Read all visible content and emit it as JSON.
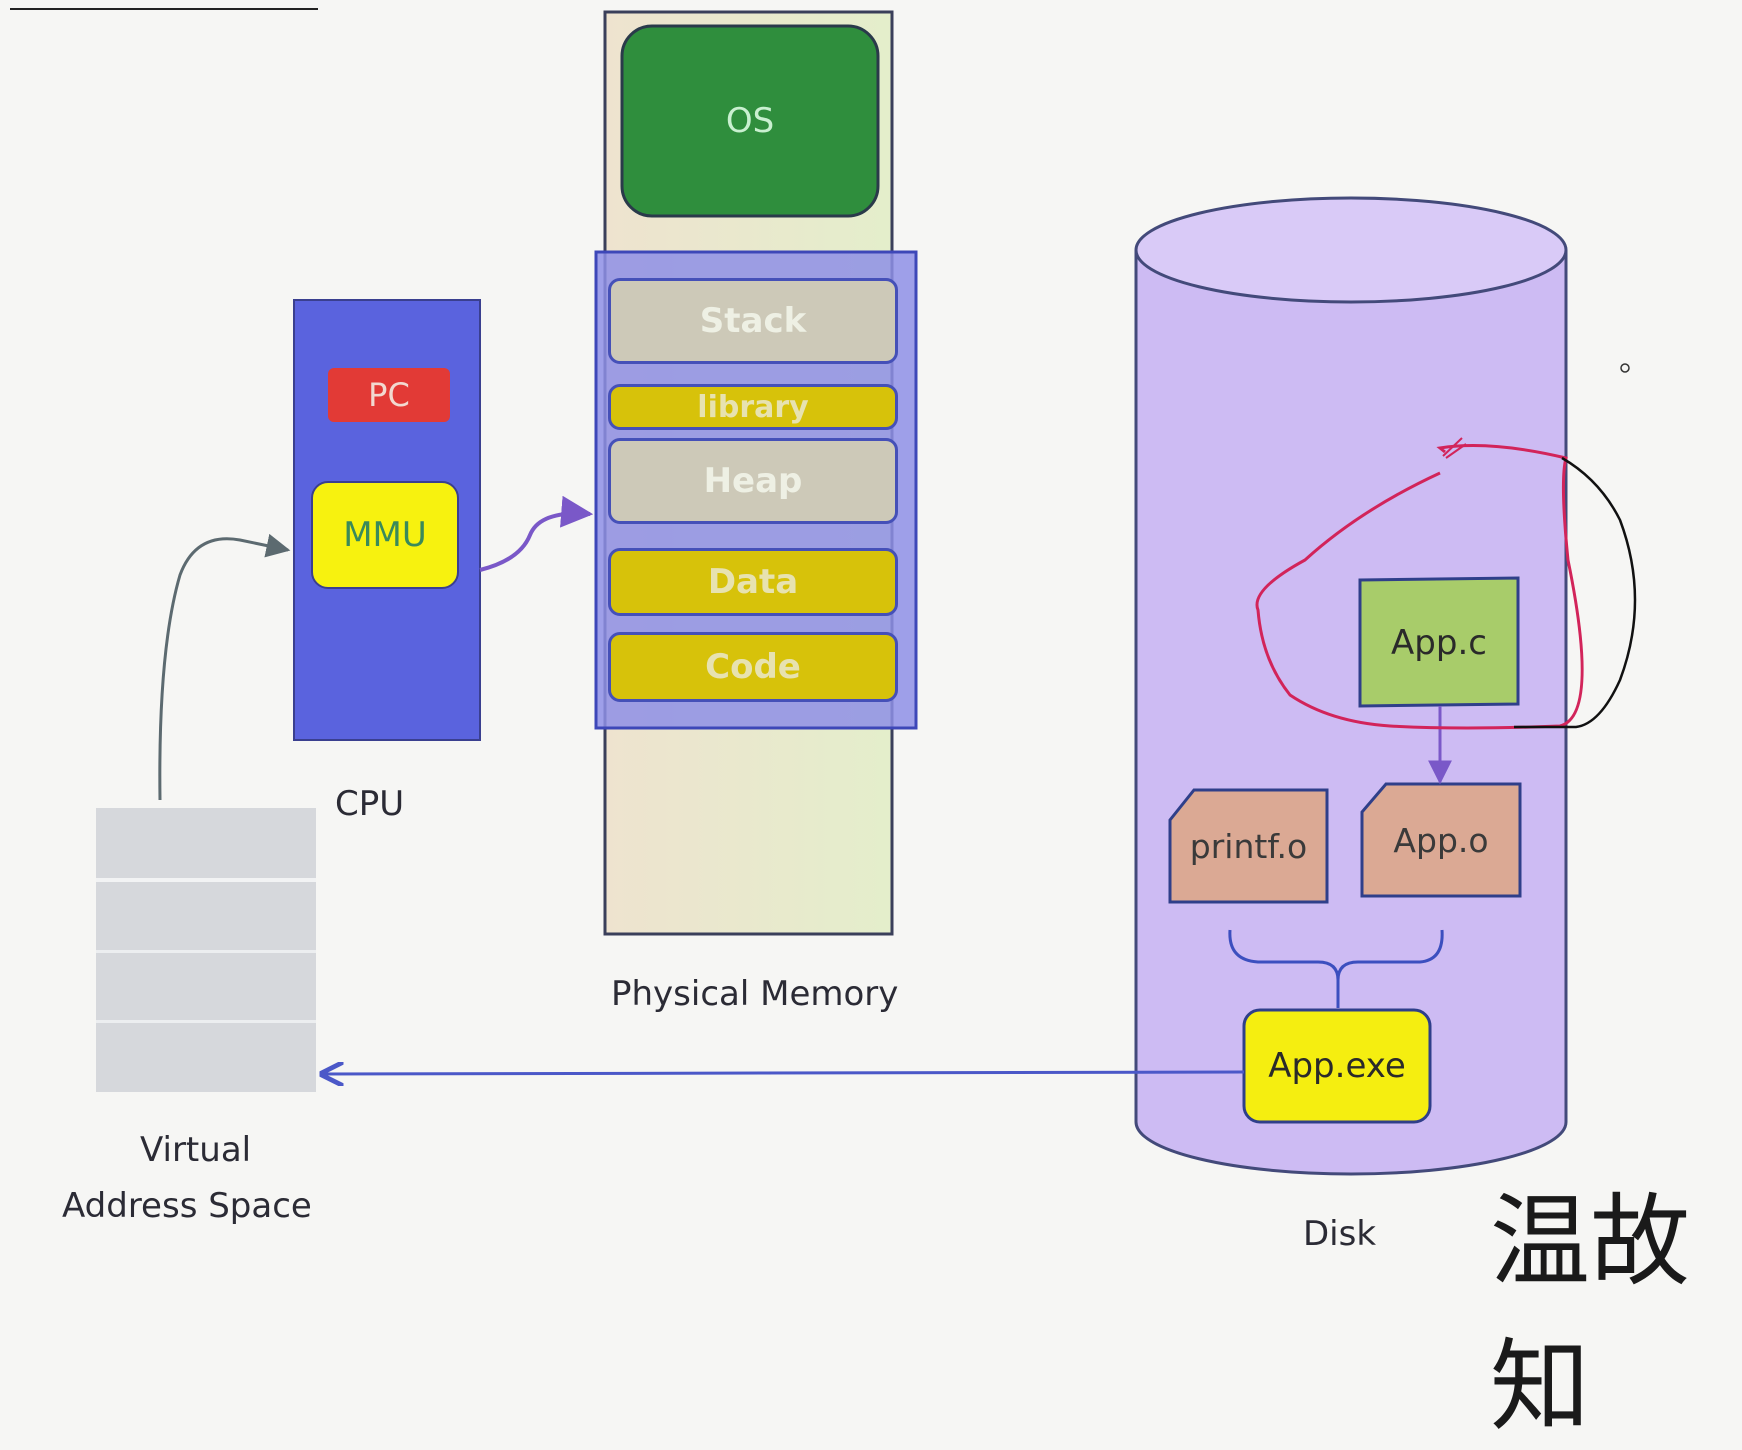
{
  "diagram": {
    "cpu": {
      "label": "CPU",
      "pc": "PC",
      "mmu": "MMU"
    },
    "physical_memory": {
      "label": "Physical Memory",
      "os": "OS",
      "segments": [
        "Stack",
        "library",
        "Heap",
        "Data",
        "Code"
      ]
    },
    "virtual_address_space": {
      "label_line1": "Virtual",
      "label_line2": "Address Space"
    },
    "disk": {
      "label": "Disk",
      "files": {
        "source": "App.c",
        "object_printf": "printf.o",
        "object_app": "App.o",
        "executable": "App.exe"
      }
    },
    "watermark": "温故知"
  },
  "colors": {
    "cpu_fill": "#5a63de",
    "pc_fill": "#e23a36",
    "mmu_fill": "#f7f20f",
    "os_fill": "#2f8e3d",
    "segment_neutral": "#cdc9b8",
    "segment_yellow": "#d7c20a",
    "memory_region_fill": "#8e8fe6",
    "disk_fill": "#cdbbf3",
    "source_file_fill": "#a8cc6a",
    "object_file_fill": "#dba994",
    "executable_fill": "#f5ee10",
    "annotation_red": "#d2245a",
    "annotation_black": "#111111"
  }
}
